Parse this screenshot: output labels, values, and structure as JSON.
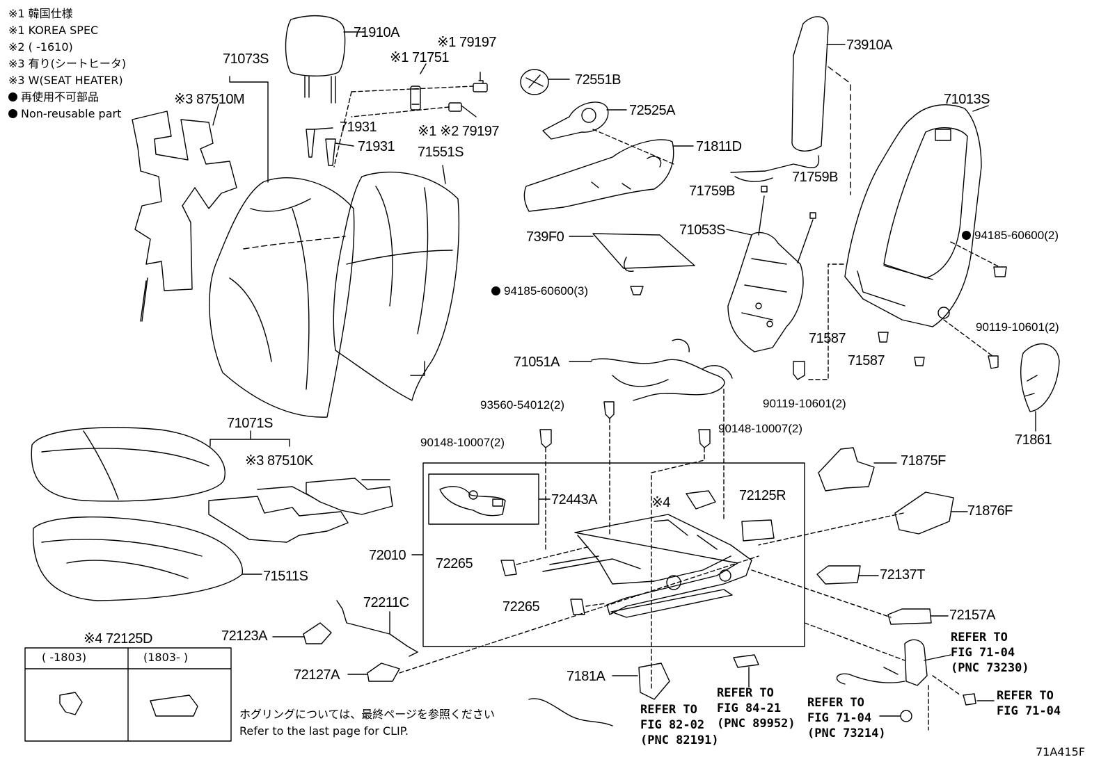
{
  "notes": {
    "n1": "※1 韓国仕様",
    "n2": "※1 KOREA SPEC",
    "n3": "※2 (      -1610)",
    "n4": "※3 有り(シートヒータ)",
    "n5": "※3 W(SEAT HEATER)",
    "n6": "再使用不可部品",
    "n7": "Non-reusable part"
  },
  "parts": {
    "p71910A": "71910A",
    "p79197a": "※1 79197",
    "p71751": "※1 71751",
    "p71073S": "71073S",
    "p87510M": "※3 87510M",
    "p71931a": "71931",
    "p71931b": "71931",
    "p79197b": "※1 ※2 79197",
    "p71551S": "71551S",
    "p72551B": "72551B",
    "p72525A": "72525A",
    "p71811D": "71811D",
    "p73910A": "73910A",
    "p71013S": "71013S",
    "p71759Ba": "71759B",
    "p71759Bb": "71759B",
    "p71053S": "71053S",
    "p739F0": "739F0",
    "p94185a": "94185-60600(3)",
    "p94185b": "94185-60600(2)",
    "p71587a": "71587",
    "p71587b": "71587",
    "p90119a": "90119-10601(2)",
    "p90119b": "90119-10601(2)",
    "p71051A": "71051A",
    "p93560": "93560-54012(2)",
    "p90148a": "90148-10007(2)",
    "p90148b": "90148-10007(2)",
    "p71861": "71861",
    "p71071S": "71071S",
    "p87510K": "※3 87510K",
    "p71875F": "71875F",
    "p72443A": "72443A",
    "p72125R": "72125R",
    "p4mark": "※4",
    "p71876F": "71876F",
    "p72010": "72010",
    "p72265a": "72265",
    "p72265b": "72265",
    "p71511S": "71511S",
    "p72137T": "72137T",
    "p72211C": "72211C",
    "p72157A": "72157A",
    "p72123A": "72123A",
    "p72125D": "※4 72125D",
    "p72127A": "72127A",
    "p7181A": "7181A"
  },
  "table72125D": {
    "col1": "(      -1803)",
    "col2": "(1803-      )"
  },
  "refs": {
    "r1": [
      "REFER TO",
      "FIG 71-04",
      "(PNC 73230)"
    ],
    "r2": [
      "REFER TO",
      "FIG 84-21",
      "(PNC 89952)"
    ],
    "r3": [
      "REFER TO",
      "FIG 82-02",
      "(PNC 82191)"
    ],
    "r4": [
      "REFER TO",
      "FIG 71-04",
      "(PNC 73214)"
    ],
    "r5": [
      "REFER TO",
      "FIG 71-04"
    ]
  },
  "clip_note": {
    "jp": "ホグリングについては、最終ページを参照ください",
    "en": "Refer to the last page for CLIP."
  },
  "figure_code": "71A415F"
}
